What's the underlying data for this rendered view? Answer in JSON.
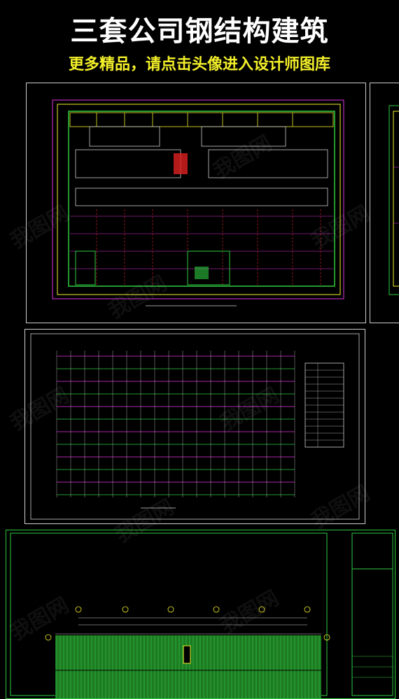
{
  "header": {
    "title": "三套公司钢结构建筑",
    "subtitle": "更多精品，请点击头像进入设计师图库"
  },
  "watermark": {
    "text": "我图网"
  },
  "colors": {
    "background": "#000000",
    "title": "#ffffff",
    "subtitle": "#f3ef2a",
    "cad_green": "#2ecc40",
    "cad_magenta": "#e033e0",
    "cad_yellow": "#f3ef2a",
    "cad_red": "#e02020"
  }
}
